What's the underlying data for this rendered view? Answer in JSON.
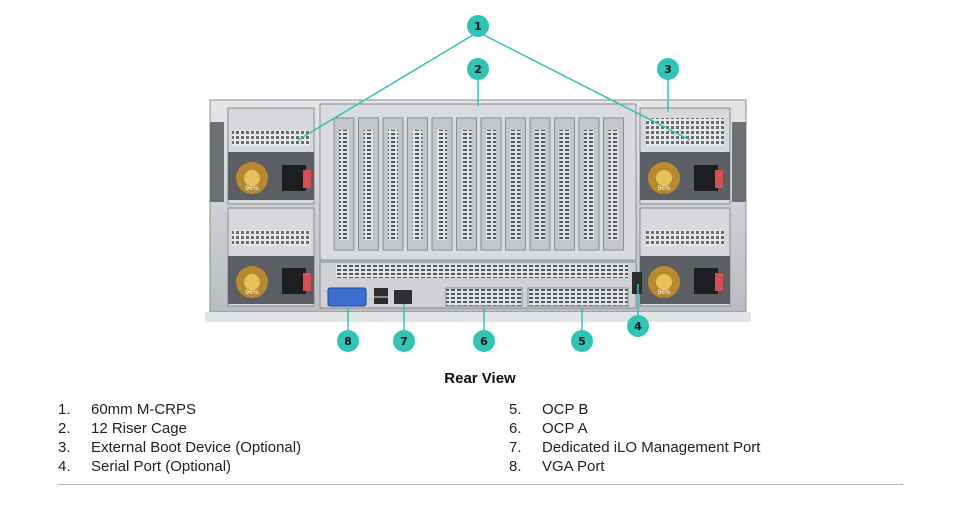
{
  "caption": "Rear View",
  "callouts": [
    "1",
    "2",
    "3",
    "4",
    "5",
    "6",
    "7",
    "8"
  ],
  "psu_label": "96%",
  "legend_left": [
    {
      "num": "1.",
      "text": "60mm M-CRPS"
    },
    {
      "num": "2.",
      "text": "12 Riser Cage"
    },
    {
      "num": "3.",
      "text": "External Boot Device (Optional)"
    },
    {
      "num": "4.",
      "text": "Serial Port (Optional)"
    }
  ],
  "legend_right": [
    {
      "num": "5.",
      "text": "OCP B"
    },
    {
      "num": "6.",
      "text": "OCP A"
    },
    {
      "num": "7.",
      "text": "Dedicated iLO Management Port"
    },
    {
      "num": "8.",
      "text": "VGA Port"
    }
  ],
  "colors": {
    "callout": "#2ec4b6",
    "chassis": "#c9ccd0",
    "vga": "#3a6fd0"
  }
}
